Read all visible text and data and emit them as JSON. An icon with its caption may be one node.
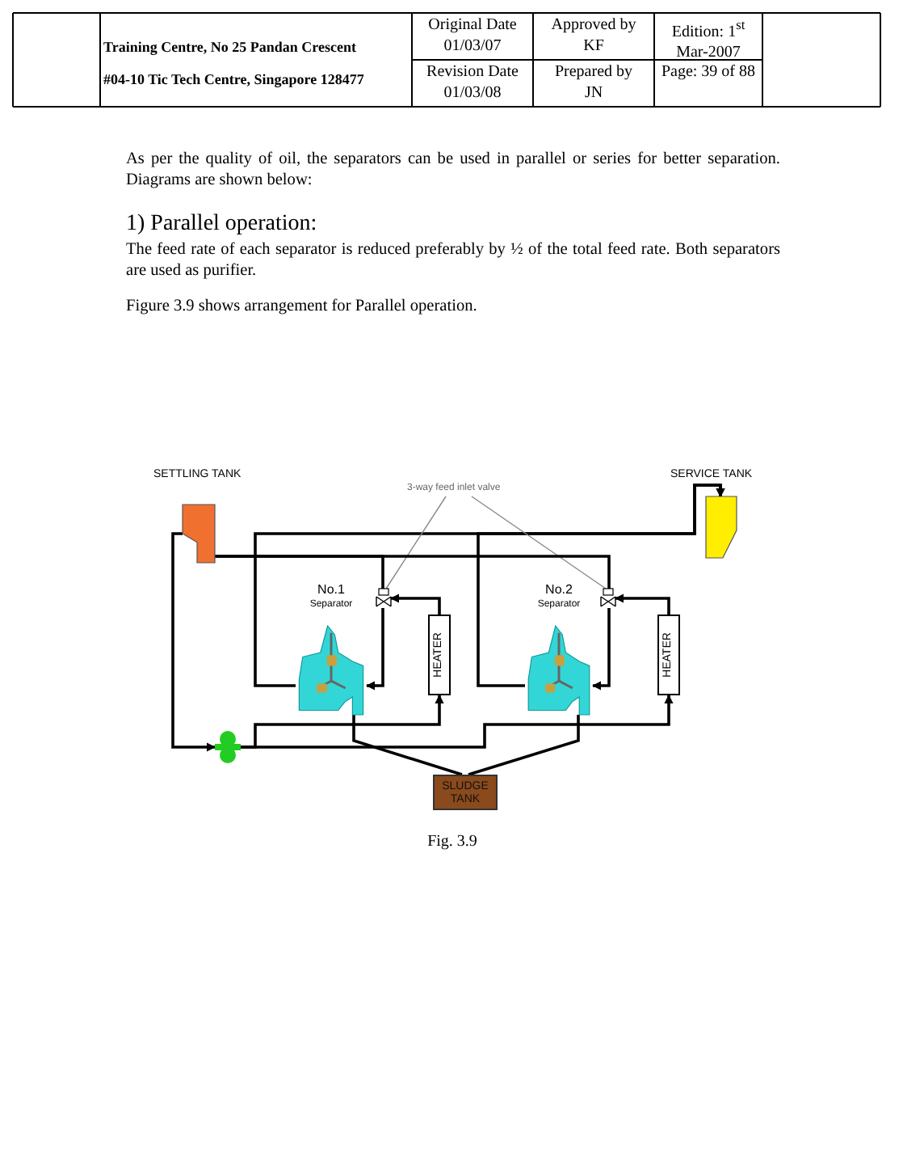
{
  "diagram": {
    "caption": "Fig. 3.9",
    "nodes": [
      {
        "text": [
          "SETTLING TANK"
        ]
      },
      {
        "text": [
          "SERVICE TANK"
        ]
      },
      {
        "text": [],
        "shape": "pump"
      },
      {
        "text": [
          "No.1",
          "Separator"
        ]
      },
      {
        "text": [
          "HEATER"
        ]
      },
      {
        "text": [
          "No.2",
          "Separator"
        ]
      },
      {
        "text": [
          "HEATER"
        ]
      },
      {
        "text": [
          "SLUDGE TANK"
        ]
      },
      {
        "text": [
          "3-way feed inlet valve"
        ]
      },
      {
        "text": [],
        "shape": "valve"
      },
      {
        "text": [],
        "shape": "valve"
      }
    ],
    "edges": [
      {
        "from": 0,
        "to": 2,
        "arrow": "to"
      },
      {
        "from": 2,
        "to": 4,
        "arrow": "to"
      },
      {
        "from": 2,
        "to": 6,
        "arrow": "to"
      },
      {
        "from": 4,
        "to": 9,
        "arrow": "to"
      },
      {
        "from": 9,
        "to": 3,
        "arrow": "to"
      },
      {
        "from": 3,
        "to": 1,
        "arrow": "to"
      },
      {
        "from": 6,
        "to": 10,
        "arrow": "to"
      },
      {
        "from": 10,
        "to": 5,
        "arrow": "to"
      },
      {
        "from": 5,
        "to": 1,
        "arrow": "to"
      },
      {
        "from": 3,
        "to": 7,
        "arrow": "none"
      },
      {
        "from": 5,
        "to": 7,
        "arrow": "none"
      },
      {
        "from": 8,
        "to": 9,
        "arrow": "none",
        "color": "#888888"
      },
      {
        "from": 8,
        "to": 10,
        "arrow": "none",
        "color": "#888888"
      },
      {
        "from": 9,
        "to": 0,
        "arrow": "none"
      },
      {
        "from": 10,
        "to": 0,
        "arrow": "none"
      }
    ],
    "labels": [
      "Training Centre, No 25 Pandan Crescent",
      "#04-10 Tic Tech Centre, Singapore 128477",
      "Original Date 01/03/07",
      "Approved by KF",
      "Edition: 1$^{st}$ Mar-2007",
      "Revision Date 01/03/08",
      "Prepared by JN",
      "Page: 39 of 88",
      "As per the quality of oil, the separators can be used in parallel or series for better separation. Diagrams are shown below:",
      "1) Parallel operation:",
      "The feed rate of each separator is reduced preferably by ½ of the total feed rate. Both separators are used as purifier.",
      "Figure 3.9 shows arrangement for Parallel operation."
    ]
  }
}
